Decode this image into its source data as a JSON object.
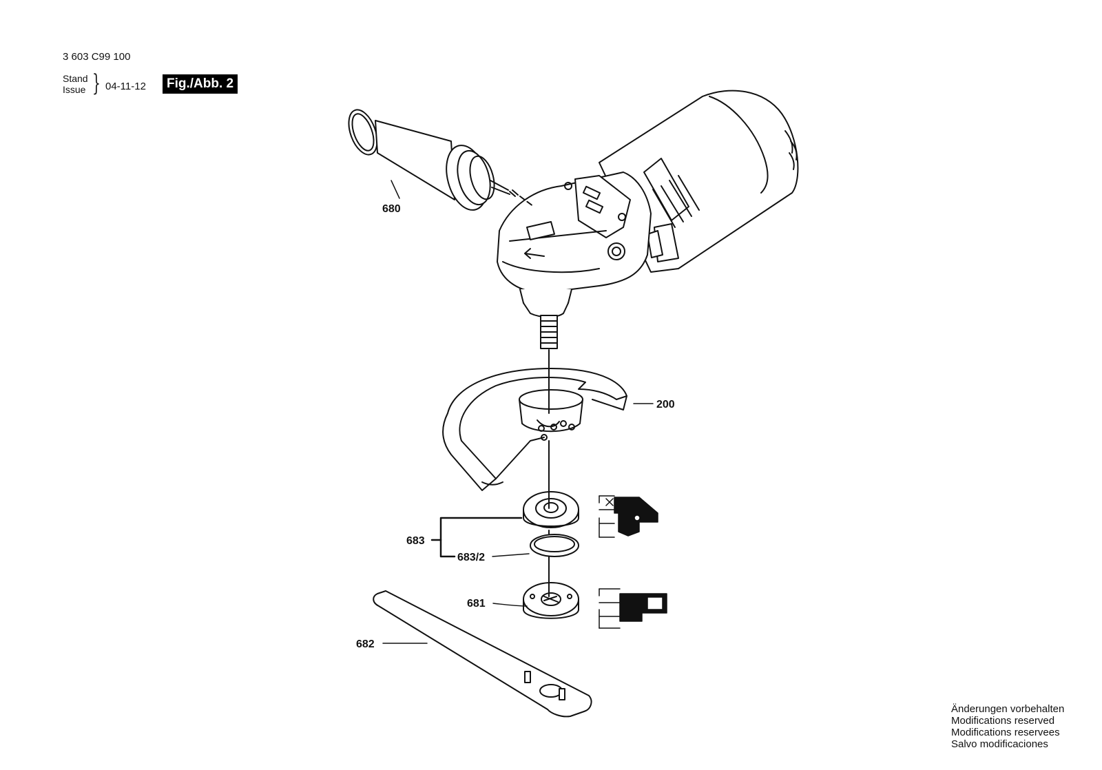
{
  "header": {
    "part_number": "3 603 C99 100",
    "stand_label": "Stand",
    "issue_label": "Issue",
    "date": "04-11-12",
    "figure_label": "Fig./Abb. 2"
  },
  "parts": [
    {
      "id": "680",
      "name": "auxiliary-handle"
    },
    {
      "id": "200",
      "name": "protection-guard"
    },
    {
      "id": "683",
      "name": "mounting-flange"
    },
    {
      "id": "683/2",
      "name": "o-ring"
    },
    {
      "id": "681",
      "name": "clamping-nut"
    },
    {
      "id": "682",
      "name": "two-pin-spanner"
    }
  ],
  "footer": {
    "notes": [
      "Änderungen vorbehalten",
      "Modifications reserved",
      "Modifications reservees",
      "Salvo modificaciones"
    ]
  }
}
